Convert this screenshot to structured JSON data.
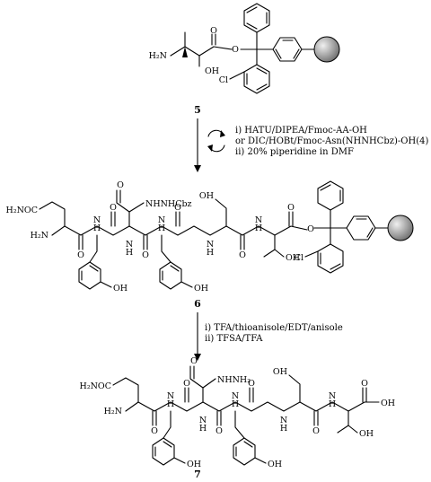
{
  "compounds": {
    "c5": {
      "number": "5"
    },
    "c6": {
      "number": "6"
    },
    "c7": {
      "number": "7"
    }
  },
  "step1": {
    "line1": "i) HATU/DIPEA/Fmoc-AA-OH",
    "line2": "or DIC/HOBt/Fmoc-Asn(NHNHCbz)-OH(4)",
    "line3": "ii) 20% piperidine in DMF"
  },
  "step2": {
    "line1": "i) TFA/thioanisole/EDT/anisole",
    "line2": "ii) TFSA/TFA"
  },
  "labels": {
    "h2n": "H₂N",
    "oh": "OH",
    "o": "O",
    "cl": "Cl",
    "nh": "N",
    "h": "H",
    "h2oc_n": "H₂NOC",
    "nhnhcbz": "NHNHCbz",
    "nhnh2": "NHNH₂"
  },
  "colors": {
    "resin_light": "#e6e6e6",
    "resin_dark": "#6e6e6e"
  }
}
